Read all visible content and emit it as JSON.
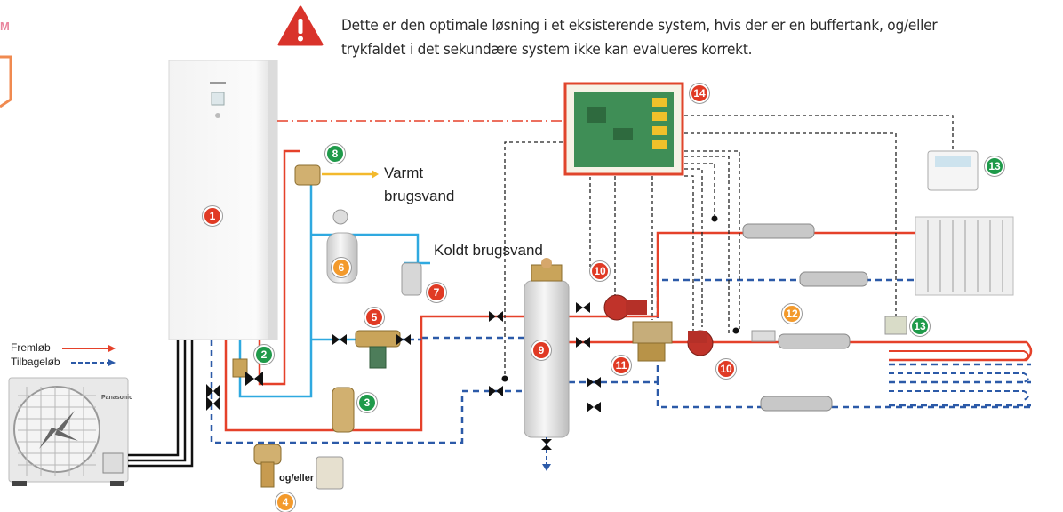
{
  "header": {
    "top_left_mark": "M",
    "note_line1": "Dette er den optimale løsning i et eksisterende system, hvis der er en buffertank, og/eller",
    "note_line2": "trykfaldet i det sekundære system ikke kan evalueres korrekt."
  },
  "labels": {
    "hot_water_1": "Varmt",
    "hot_water_2": "brugsvand",
    "cold_water": "Koldt brugsvand",
    "and_or": "og/eller",
    "unit_brand": "Panasonic"
  },
  "legend": {
    "flow": "Fremløb",
    "return": "Tilbageløb"
  },
  "badges": {
    "b1": "1",
    "b2": "2",
    "b3": "3",
    "b4": "4",
    "b5": "5",
    "b6": "6",
    "b7": "7",
    "b8": "8",
    "b9": "9",
    "b10a": "10",
    "b10b": "10",
    "b11": "11",
    "b12": "12",
    "b13a": "13",
    "b13b": "13",
    "b14": "14"
  },
  "colors": {
    "flow": "#e5412a",
    "return": "#2c5aa8",
    "cold": "#2fa9e0",
    "hot_tap": "#f3b92c",
    "control": "#222222",
    "link": "#e5412a"
  }
}
